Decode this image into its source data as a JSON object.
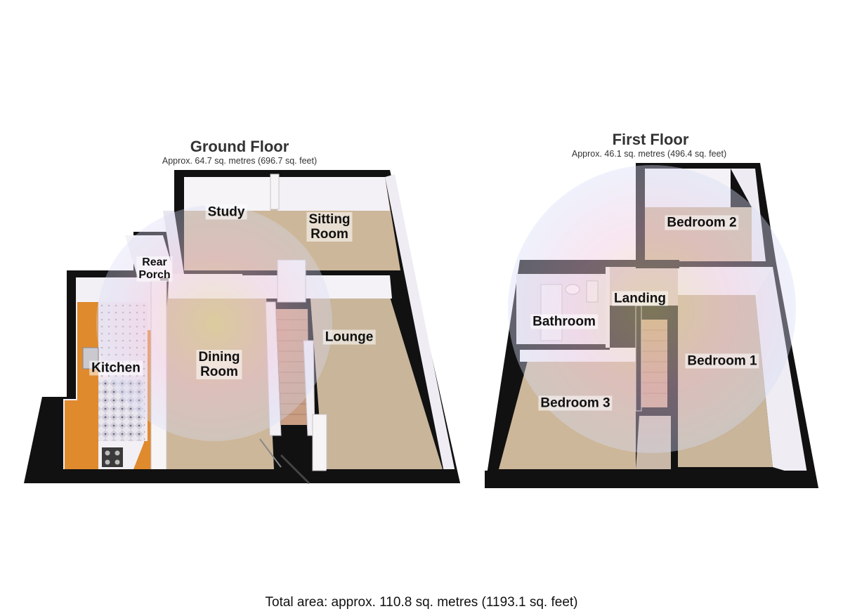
{
  "ground_floor": {
    "title": "Ground Floor",
    "area": "Approx. 64.7 sq. metres (696.7 sq. feet)",
    "rooms": {
      "study": "Study",
      "sitting_room": "Sitting\nRoom",
      "rear_porch": "Rear\nPorch",
      "kitchen": "Kitchen",
      "dining_room": "Dining\nRoom",
      "lounge": "Lounge"
    }
  },
  "first_floor": {
    "title": "First Floor",
    "area": "Approx. 46.1 sq. metres (496.4 sq. feet)",
    "rooms": {
      "bedroom_2": "Bedroom 2",
      "landing": "Landing",
      "bathroom": "Bathroom",
      "bedroom_1": "Bedroom 1",
      "bedroom_3": "Bedroom 3"
    }
  },
  "total_area": "Total area: approx. 110.8 sq. metres (1193.1 sq. feet)",
  "colors": {
    "floor_carpet": "#cdb79a",
    "kitchen_worktop": "#e08a2e",
    "kitchen_tiles": "#ede4ec",
    "watermark_pink": "#f0c8e0",
    "watermark_blue": "#d6dcf6",
    "watermark_yellow": "#e8dca0",
    "walls": "#111111"
  }
}
